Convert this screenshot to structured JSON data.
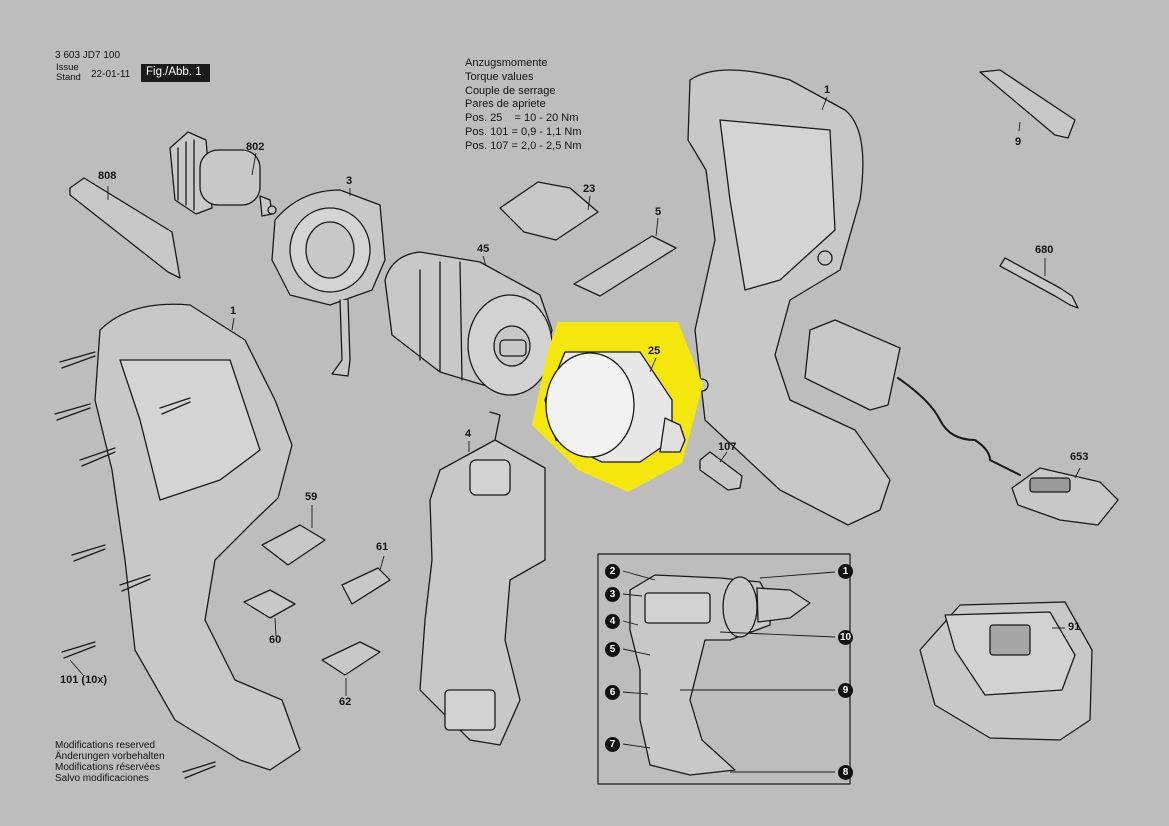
{
  "header": {
    "doc_number": "3 603 JD7 100",
    "issue_label_1": "Issue",
    "issue_label_2": "Stand",
    "issue_date": "22-01-11",
    "figure_label": "Fig./Abb. 1"
  },
  "torque": {
    "lines": [
      "Anzugsmomente",
      "Torque values",
      "Couple de serrage",
      "Pares de apriete",
      "Pos. 25    = 10 - 20 Nm",
      "Pos. 101 = 0,9 - 1,1 Nm",
      "Pos. 107 = 2,0 - 2,5 Nm"
    ]
  },
  "footer": {
    "lines": [
      "Modifications reserved",
      "Änderungen vorbehalten",
      "Modifications réservées",
      "Salvo modificaciones"
    ]
  },
  "parts": {
    "p808": "808",
    "p802": "802",
    "p3": "3",
    "p23": "23",
    "p5": "5",
    "p45": "45",
    "p1_left": "1",
    "p1_right": "1",
    "p9": "9",
    "p680": "680",
    "p25": "25",
    "p107": "107",
    "p4": "4",
    "p653": "653",
    "p59": "59",
    "p61": "61",
    "p60": "60",
    "p62": "62",
    "p91": "91",
    "p101": "101 (10x)"
  },
  "inset_badges": [
    "1",
    "2",
    "3",
    "4",
    "5",
    "6",
    "7",
    "8",
    "9",
    "10"
  ],
  "highlight_color": "#f5e60e"
}
